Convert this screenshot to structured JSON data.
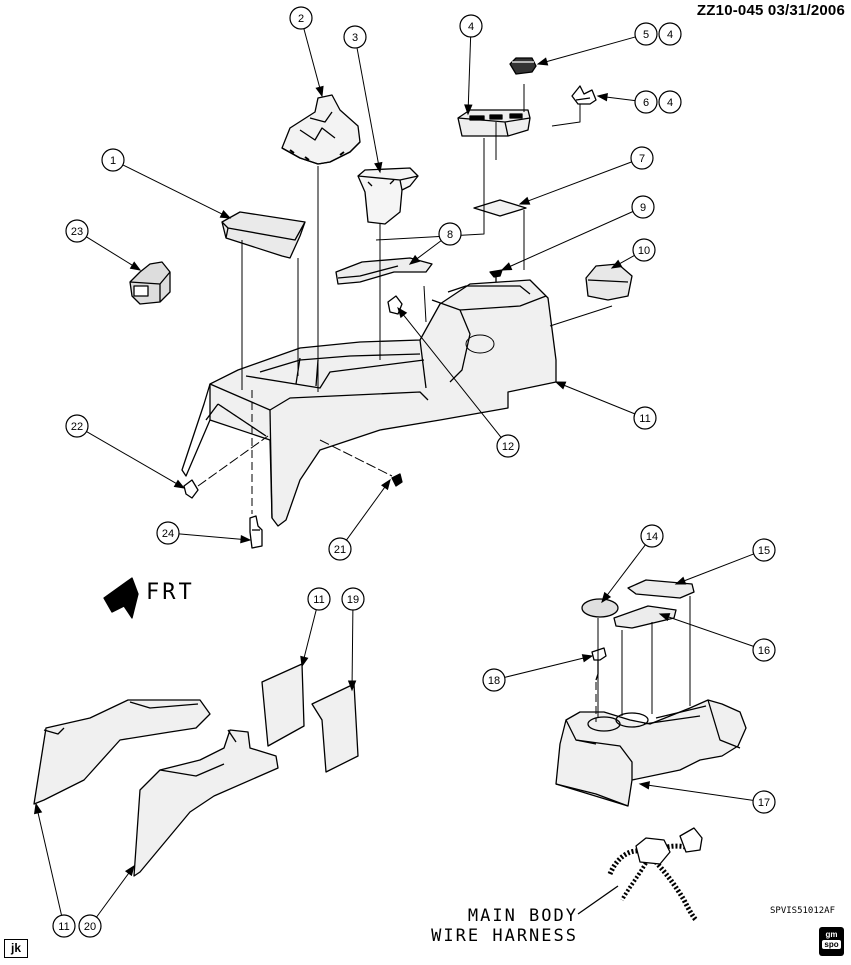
{
  "header": {
    "code": "ZZ10-045 03/31/2006"
  },
  "direction": {
    "label": "FRT"
  },
  "harness": {
    "line1": "MAIN BODY",
    "line2": "WIRE HARNESS"
  },
  "drawing_code": "SPVIS51012AF",
  "badge": {
    "initials": "jk"
  },
  "logo": {
    "line1": "gm",
    "line2": "spo"
  },
  "callouts": [
    {
      "id": "c1",
      "label": "1",
      "qty": ""
    },
    {
      "id": "c2",
      "label": "2",
      "qty": ""
    },
    {
      "id": "c3",
      "label": "3",
      "qty": ""
    },
    {
      "id": "c4",
      "label": "4",
      "qty": ""
    },
    {
      "id": "c5",
      "label": "5",
      "qty": "4"
    },
    {
      "id": "c6",
      "label": "6",
      "qty": "4"
    },
    {
      "id": "c7",
      "label": "7",
      "qty": ""
    },
    {
      "id": "c8",
      "label": "8",
      "qty": ""
    },
    {
      "id": "c9",
      "label": "9",
      "qty": ""
    },
    {
      "id": "c10",
      "label": "10",
      "qty": ""
    },
    {
      "id": "c11a",
      "label": "11",
      "qty": ""
    },
    {
      "id": "c12",
      "label": "12",
      "qty": ""
    },
    {
      "id": "c14",
      "label": "14",
      "qty": ""
    },
    {
      "id": "c15",
      "label": "15",
      "qty": ""
    },
    {
      "id": "c16",
      "label": "16",
      "qty": ""
    },
    {
      "id": "c17",
      "label": "17",
      "qty": ""
    },
    {
      "id": "c18",
      "label": "18",
      "qty": ""
    },
    {
      "id": "c11b",
      "label": "11",
      "qty": ""
    },
    {
      "id": "c19",
      "label": "19",
      "qty": ""
    },
    {
      "id": "c11c",
      "label": "11",
      "qty": ""
    },
    {
      "id": "c20",
      "label": "20",
      "qty": ""
    },
    {
      "id": "c21",
      "label": "21",
      "qty": ""
    },
    {
      "id": "c22",
      "label": "22",
      "qty": ""
    },
    {
      "id": "c23",
      "label": "23",
      "qty": ""
    },
    {
      "id": "c24",
      "label": "24",
      "qty": ""
    }
  ]
}
